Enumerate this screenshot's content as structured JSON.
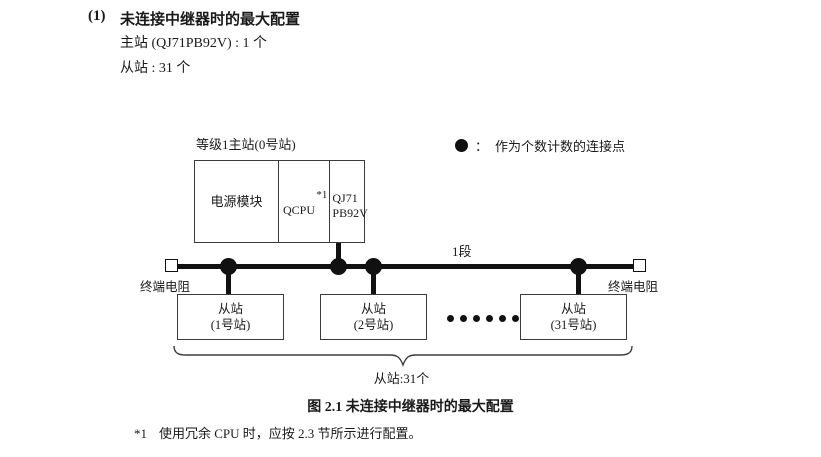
{
  "heading": {
    "number": "(1)",
    "title": "未连接中继器时的最大配置",
    "line1": "主站 (QJ71PB92V) : 1 个",
    "line2": "从站 : 31 个"
  },
  "legend": {
    "symbol": "●",
    "separator": "：",
    "text": "作为个数计数的连接点"
  },
  "diagram": {
    "master": {
      "label": "等级1主站(0号站)",
      "cells": {
        "power": "电源模块",
        "cpu": "QCPU",
        "cpu_footnote": "*1",
        "module_line1": "QJ71",
        "module_line2": "PB92V"
      }
    },
    "bus": {
      "segment_label": "1段",
      "terminator_left": "终端电阻",
      "terminator_right": "终端电阻"
    },
    "slaves": [
      {
        "title": "从站",
        "station": "(1号站)"
      },
      {
        "title": "从站",
        "station": "(2号站)"
      },
      {
        "title": "从站",
        "station": "(31号站)"
      }
    ],
    "ellipsis_count": 6,
    "brace_label": "从站:31个"
  },
  "caption": "图 2.1  未连接中继器时的最大配置",
  "footnote": {
    "mark": "*1",
    "text": "使用冗余 CPU 时，应按 2.3 节所示进行配置。"
  },
  "colors": {
    "ink": "#1a1a1a",
    "line": "#3b3b3b",
    "solid": "#111111",
    "background": "#ffffff"
  }
}
